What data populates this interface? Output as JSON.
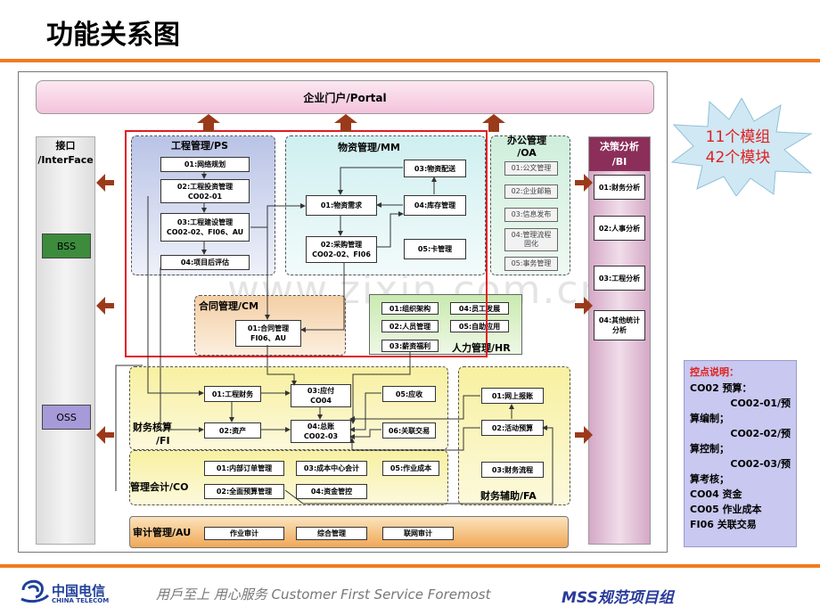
{
  "title": "功能关系图",
  "watermark": "www.zixin.com.cn",
  "portal": "企业门户/Portal",
  "interface": {
    "title_line1": "接口",
    "title_line2": "/InterFace",
    "bss": "BSS",
    "oss": "OSS"
  },
  "bi": {
    "title_line1": "决策分析",
    "title_line2": "/BI",
    "items": [
      "01:财务分析",
      "02:人事分析",
      "03:工程分析",
      "04:其他统计\n分析"
    ]
  },
  "ps": {
    "title": "工程管理/PS",
    "m1": "01:网络规划",
    "m2_line1": "02:工程投资管理",
    "m2_line2": "CO02-01",
    "m3_line1": "03:工程建设管理",
    "m3_line2": "CO02-02、FI06、AU",
    "m4": "04:项目后评估"
  },
  "mm": {
    "title": "物资管理/MM",
    "m1": "01:物资需求",
    "m2_line1": "02:采购管理",
    "m2_line2": "CO02-02、FI06",
    "m3": "03:物资配送",
    "m4": "04:库存管理",
    "m5": "05:卡管理"
  },
  "oa": {
    "title_line1": "办公管理",
    "title_line2": "/OA",
    "items": [
      "01:公文管理",
      "02:企业邮箱",
      "03:信息发布",
      "04:管理流程\n固化",
      "05:事务管理"
    ]
  },
  "cm": {
    "title": "合同管理/CM",
    "m1_line1": "01:合同管理",
    "m1_line2": "FI06、AU"
  },
  "hr": {
    "title": "人力管理/HR",
    "m1": "01:组织架构",
    "m2": "02:人员管理",
    "m3": "03:薪资福利",
    "m4": "04:员工发展",
    "m5": "05:自助应用"
  },
  "fi": {
    "title_line1": "财务核算",
    "title_line2": "/FI",
    "m1": "01:工程财务",
    "m2": "02:资产",
    "m3_line1": "03:应付",
    "m3_line2": "CO04",
    "m4_line1": "04:总账",
    "m4_line2": "CO02-03",
    "m5": "05:应收",
    "m6": "06:关联交易"
  },
  "fa": {
    "title": "财务辅助/FA",
    "m1": "01:网上报账",
    "m2": "02:活动预算",
    "m3": "03:财务流程"
  },
  "co": {
    "title": "管理会计/CO",
    "m1": "01:内部订单管理",
    "m2": "02:全面预算管理",
    "m3": "03:成本中心会计",
    "m4": "04:资金管控",
    "m5": "05:作业成本"
  },
  "au": {
    "title": "审计管理/AU",
    "m1": "作业审计",
    "m2": "综合管理",
    "m3": "联网审计"
  },
  "star": {
    "line1": "11个模组",
    "line2": "42个模块"
  },
  "legend": {
    "heading": "控点说明：",
    "lines": [
      "CO02 预算：",
      "CO02-01/预",
      "算编制；",
      "CO02-02/预",
      "算控制；",
      "CO02-03/预",
      "算考核；",
      "CO04 资金",
      "CO05 作业成本",
      "FI06 关联交易"
    ]
  },
  "footer": {
    "logo_cn": "中国电信",
    "logo_en": "CHINA TELECOM",
    "slogan": "用戶至上 用心服务 Customer First Service Foremost",
    "project": "MSS规范项目组"
  },
  "colors": {
    "accent": "#f07b1f",
    "arrow": "#9b3a1a",
    "red_frame": "#e21b24"
  }
}
